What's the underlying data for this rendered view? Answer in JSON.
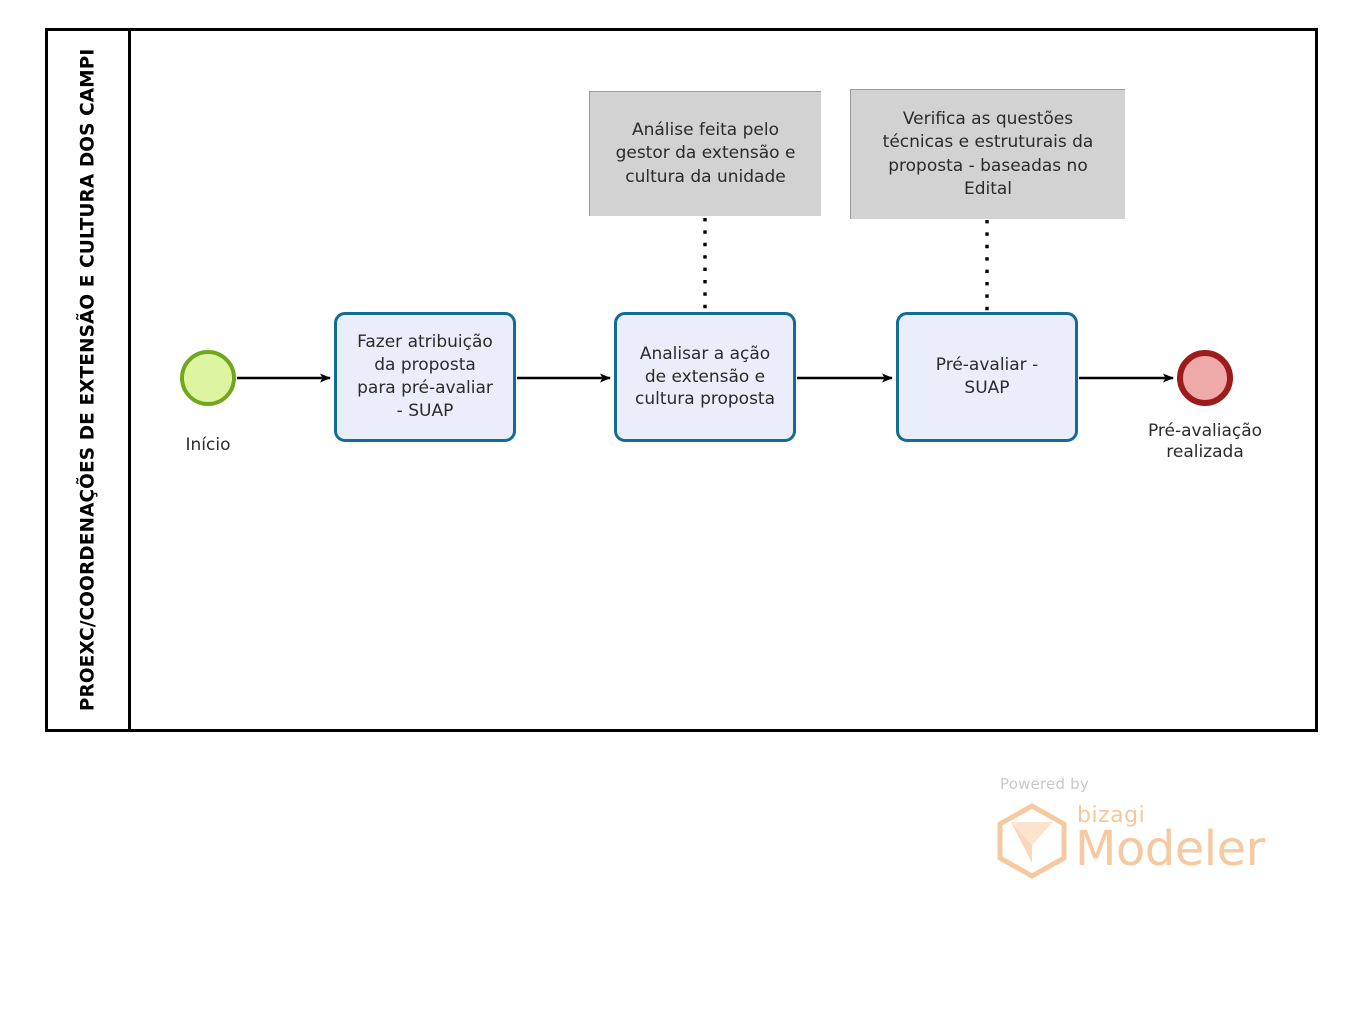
{
  "diagram": {
    "type": "bpmn-process",
    "pool": {
      "lane_label": "PROEXC/COORDENAÇÕES DE EXTENSÃO E CULTURA DOS CAMPI"
    },
    "events": [
      {
        "id": "start",
        "kind": "start-event",
        "label": "Início",
        "fill": "#DDF5A0",
        "stroke": "#6FA81C"
      },
      {
        "id": "end",
        "kind": "end-event",
        "label": "Pré-avaliação\nrealizada",
        "fill": "#EEA9A9",
        "stroke": "#9E1B1B"
      }
    ],
    "tasks": [
      {
        "id": "task1",
        "label": "Fazer atribuição\nda proposta\npara pré-avaliar\n- SUAP"
      },
      {
        "id": "task2",
        "label": "Analisar a ação\nde extensão e\ncultura proposta"
      },
      {
        "id": "task3",
        "label": "Pré-avaliar -\nSUAP"
      }
    ],
    "annotations": [
      {
        "id": "note1",
        "attached_to": "task2",
        "label": "Análise feita pelo\ngestor da extensão e\ncultura da unidade"
      },
      {
        "id": "note2",
        "attached_to": "task3",
        "label": "Verifica as questões\ntécnicas e estruturais da\nproposta - baseadas no\nEdital"
      }
    ],
    "flows": [
      {
        "from": "start",
        "to": "task1"
      },
      {
        "from": "task1",
        "to": "task2"
      },
      {
        "from": "task2",
        "to": "task3"
      },
      {
        "from": "task3",
        "to": "end"
      }
    ],
    "colors": {
      "task_fill": "#EAEEFA",
      "task_stroke": "#136C96",
      "annotation_fill": "#D2D2D2",
      "pool_stroke": "#000000",
      "flow_stroke": "#000000"
    }
  },
  "watermark": {
    "powered_by": "Powered by",
    "brand": "bizagi",
    "product": "Modeler"
  }
}
